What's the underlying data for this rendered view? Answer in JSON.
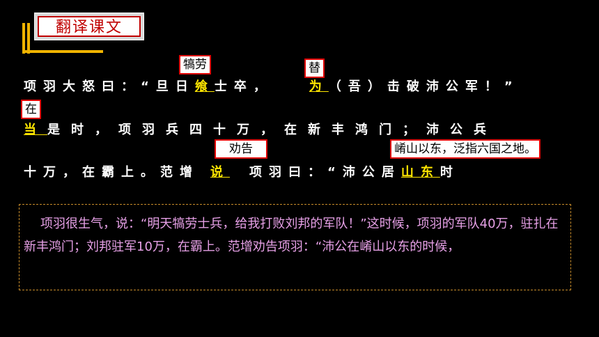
{
  "title": "翻译课文",
  "lines": {
    "line1": {
      "a": "项羽大怒曰：“旦日",
      "b": "飨",
      "c": "士卒，",
      "d": "为",
      "e": "（吾）击破沛公军！”"
    },
    "line2": {
      "a": "当",
      "b": "是时，项羽兵四十万，在新丰鸿门；沛公兵"
    },
    "line3": {
      "a": "十万，在霸上。范增",
      "b": "说",
      "c": "项羽曰：“沛公居",
      "d": "山东",
      "e": "时"
    }
  },
  "notes": {
    "n1": "犒劳",
    "n2": "替",
    "n3": "在",
    "n4": "劝告",
    "n5": "崤山以东，泛指六国之地。"
  },
  "translation": "项羽很生气，说：“明天犒劳士兵，给我打败刘邦的军队！”这时候，项羽的军队40万，驻扎在新丰鸿门；刘邦驻军10万，在霸上。范增劝告项羽：“沛公在崤山以东的时候，",
  "colors": {
    "accent": "#f2b400",
    "highlight": "#ffe600",
    "note_border": "#e00000",
    "translation": "#e6a0e6"
  }
}
